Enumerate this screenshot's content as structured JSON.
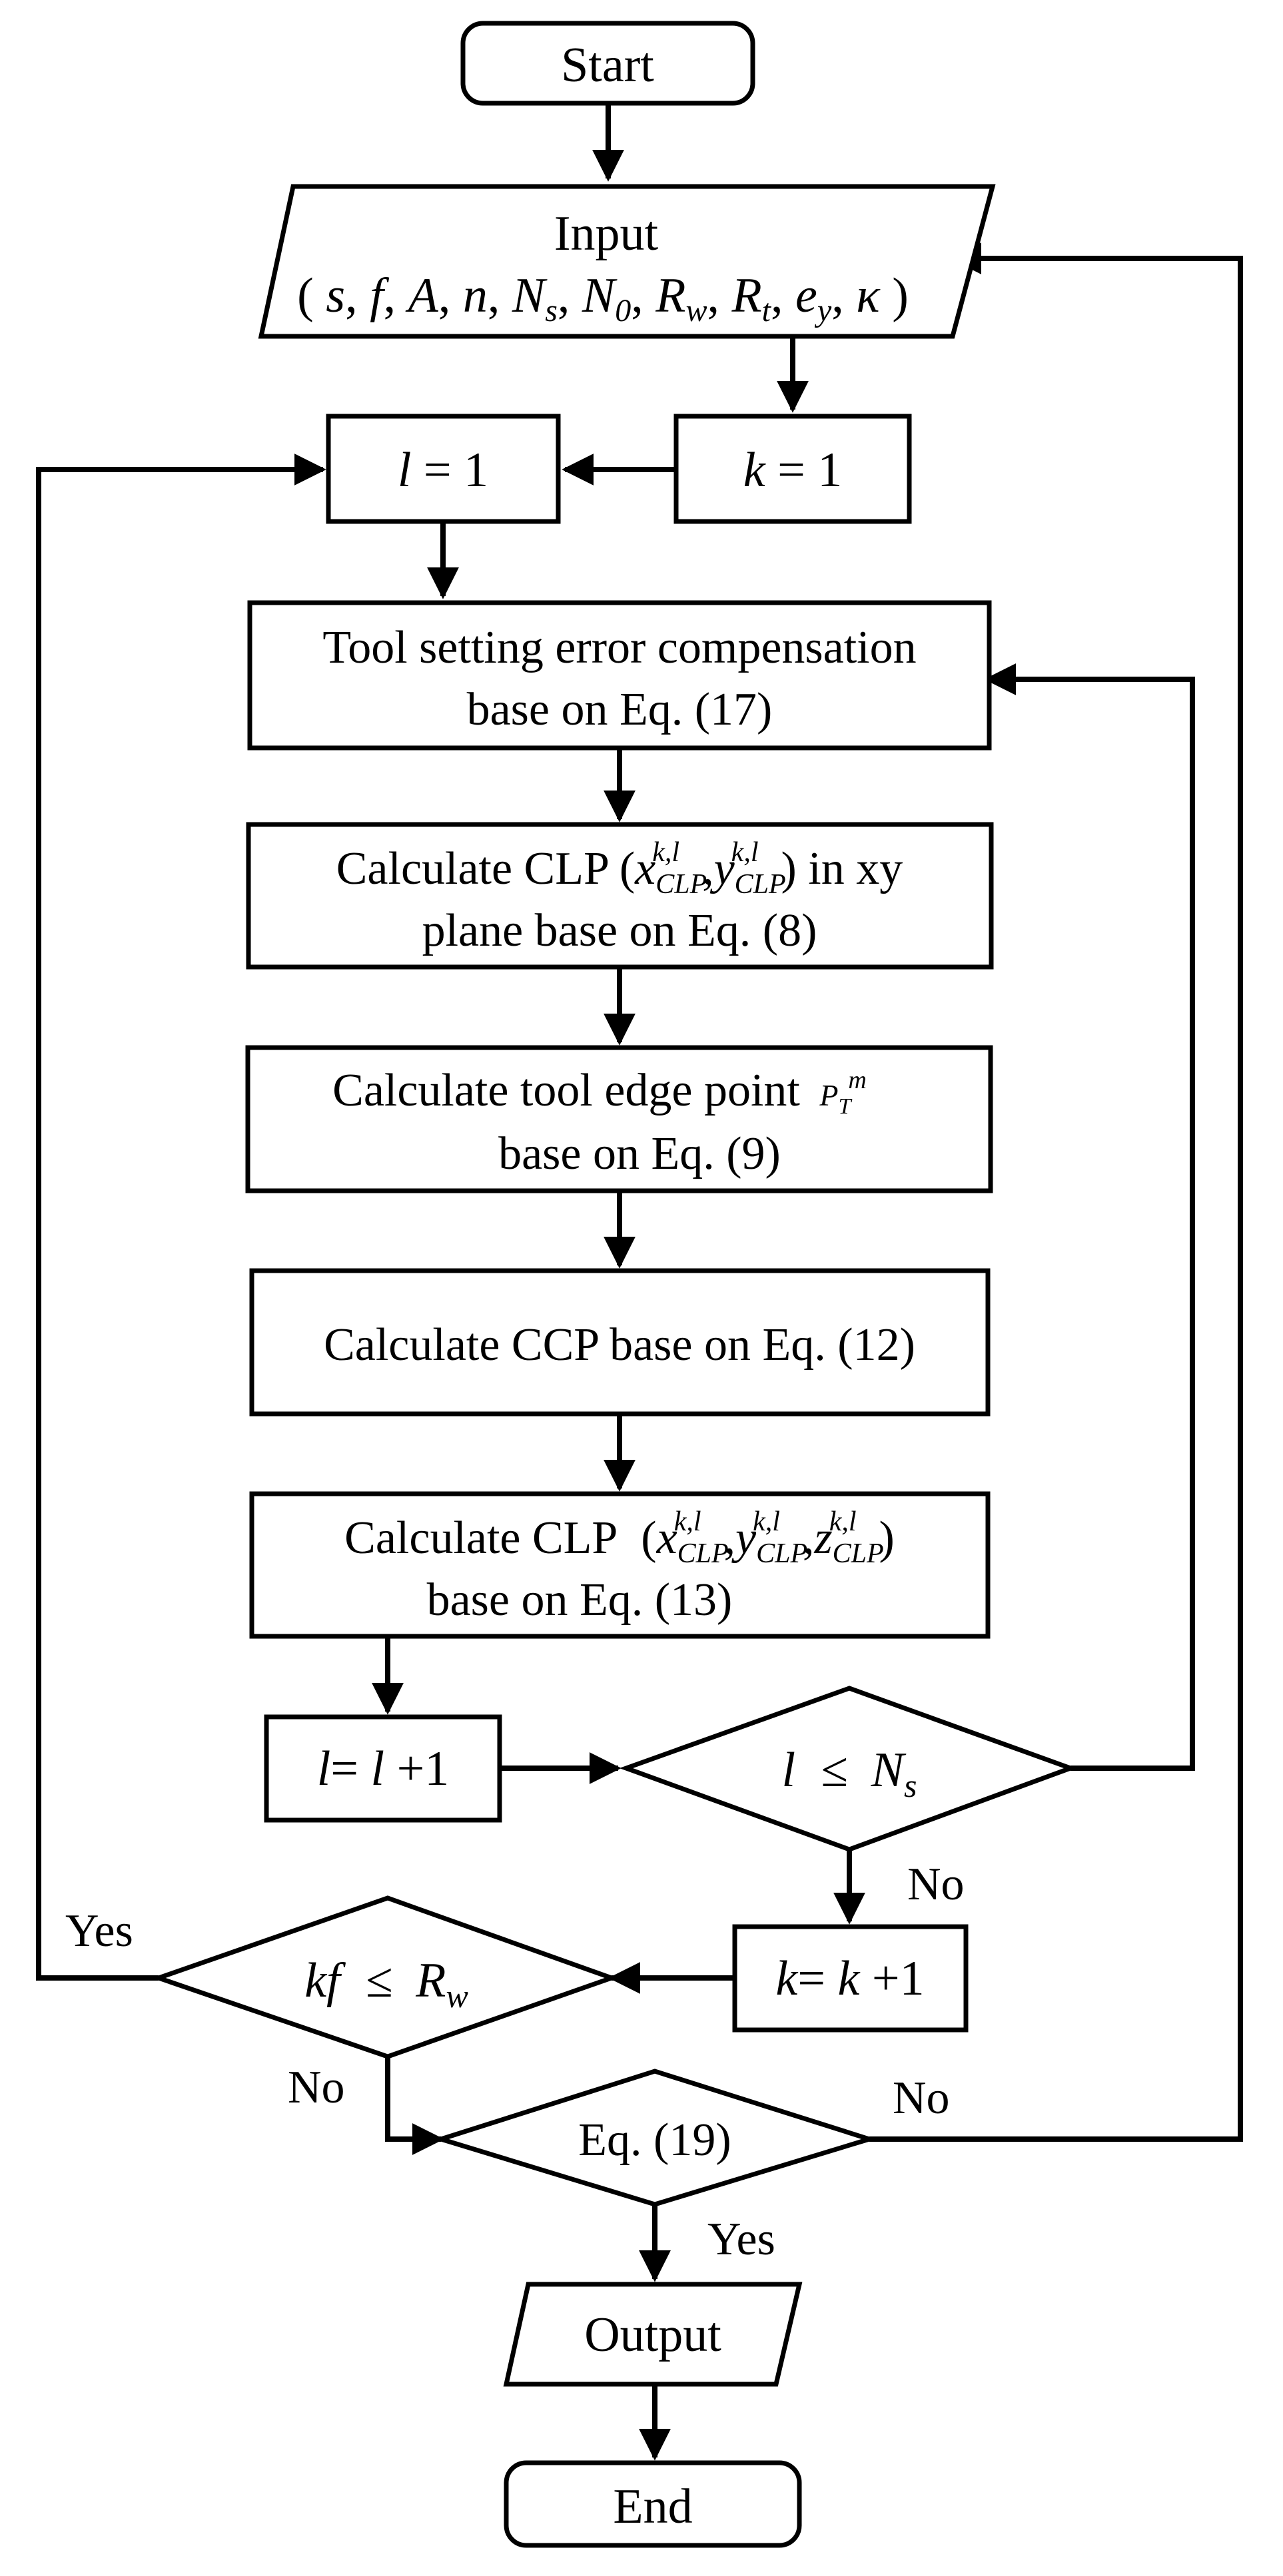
{
  "nodes": {
    "start": {
      "label": "Start"
    },
    "input": {
      "label": "Input",
      "params": [
        "s",
        "f",
        "A",
        "n",
        "N",
        "N",
        "R",
        "R",
        "e",
        "κ"
      ],
      "param_subs": [
        "",
        "",
        "",
        "",
        "s",
        "0",
        "w",
        "t",
        "y",
        ""
      ]
    },
    "l_init": {
      "var": "l",
      "eq": "= 1"
    },
    "k_init": {
      "var": "k",
      "eq": "= 1"
    },
    "step1": {
      "line1": "Tool setting error compensation",
      "line2": "base on Eq. (17)"
    },
    "step2": {
      "prefix": "Calculate CLP",
      "suffix": "in xy",
      "line2": "plane base on Eq. (8)",
      "coord_vars": [
        "x",
        "y"
      ],
      "coord_sub": "CLP",
      "coord_sup": "k,l"
    },
    "step3": {
      "line1": "Calculate tool edge point",
      "line2": "base on Eq. (9)",
      "symbol": "P",
      "symbol_sub": "T",
      "symbol_sup": "m"
    },
    "step4": {
      "line1": "Calculate CCP base on Eq. (12)"
    },
    "step5": {
      "prefix": "Calculate CLP",
      "line2": "base on Eq. (13)",
      "coord_vars": [
        "x",
        "y",
        "z"
      ],
      "coord_sub": "CLP",
      "coord_sup": "k,l"
    },
    "l_incr": {
      "var": "l",
      "mid": "=",
      "var2": "l",
      "rest": "+1"
    },
    "cond_l": {
      "lhs": "l",
      "op": "≤",
      "rhs": "N",
      "rhs_sub": "s"
    },
    "k_incr": {
      "var": "k",
      "mid": "=",
      "var2": "k",
      "rest": "+1"
    },
    "cond_kf": {
      "lhs": "kf",
      "op": "≤",
      "rhs": "R",
      "rhs_sub": "w"
    },
    "cond_eq19": {
      "label": "Eq. (19)"
    },
    "output": {
      "label": "Output"
    },
    "end": {
      "label": "End"
    }
  },
  "edge_labels": {
    "cond_l_no": "No",
    "cond_kf_yes": "Yes",
    "cond_kf_no": "No",
    "eq19_no": "No",
    "eq19_yes": "Yes"
  }
}
